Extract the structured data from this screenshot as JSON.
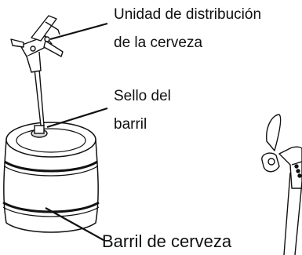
{
  "labels": {
    "distribution_unit_line1": "Unidad de distribución",
    "distribution_unit_line2": "de la cerveza",
    "keg_seal_line1": "Sello del",
    "keg_seal_line2": "barril",
    "beer_keg": "Barril de cerveza"
  },
  "colors": {
    "line": "#111111",
    "background": "#ffffff",
    "keg_fill": "#ffffff",
    "seal_fill": "#dddddd"
  },
  "icons": {
    "distribution_unit": "beer-dispenser-head-icon",
    "keg": "beer-keg-icon",
    "tap": "beer-tap-icon"
  }
}
